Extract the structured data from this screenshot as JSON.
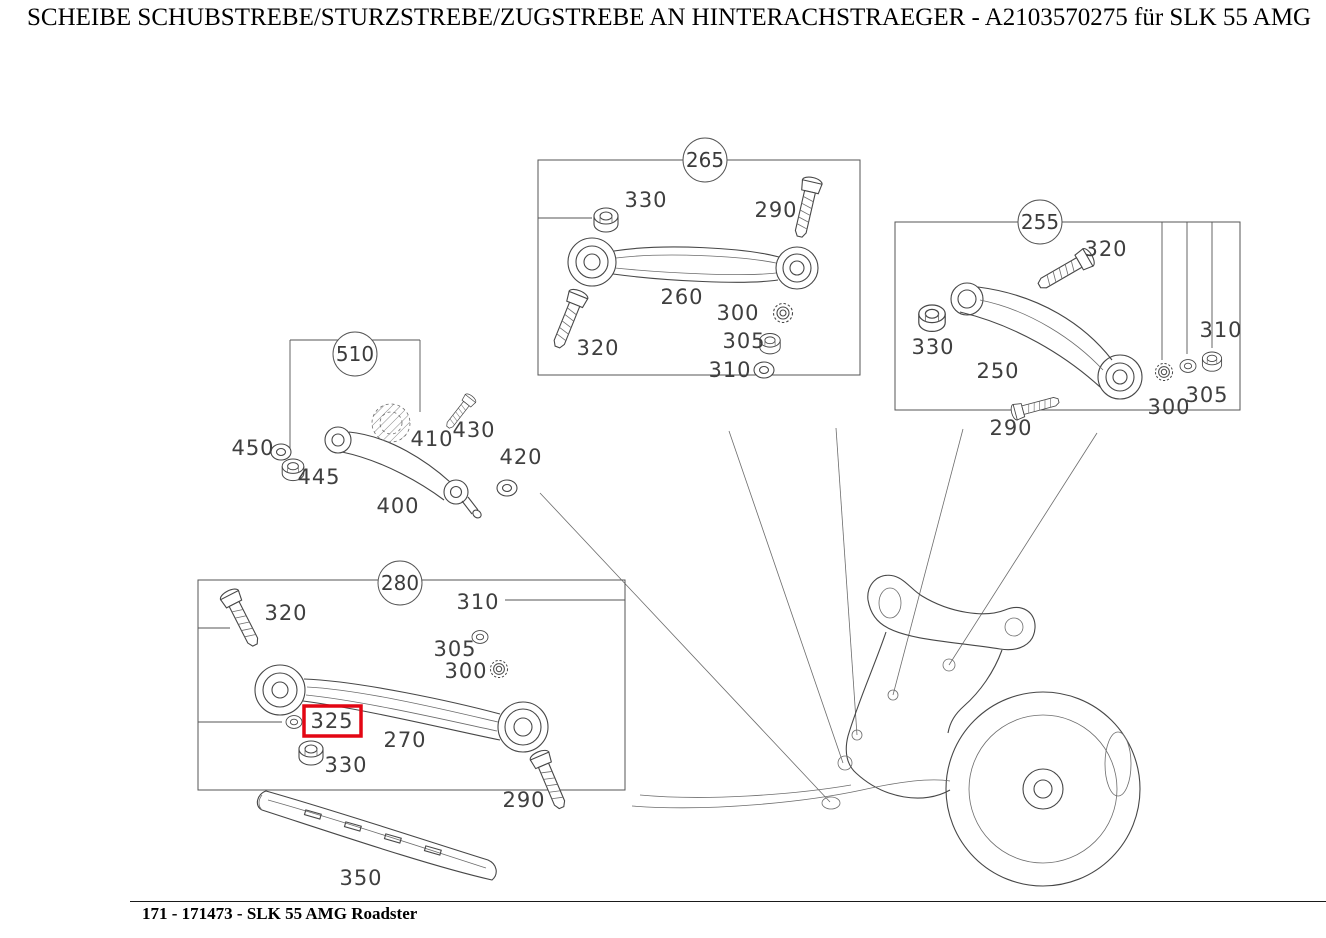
{
  "page": {
    "title": "SCHEIBE SCHUBSTREBE/STURZSTREBE/ZUGSTREBE AN HINTERACHSTRAEGER - A2103570275 für SLK 55 AMG",
    "footer": "171 - 171473 - SLK 55 AMG Roadster"
  },
  "diagram": {
    "highlight_color": "#e30613",
    "highlighted_part": "325",
    "g265": {
      "id": "265",
      "n330": "330",
      "n290": "290",
      "n260": "260",
      "n320": "320",
      "n300": "300",
      "n305": "305",
      "n310": "310"
    },
    "g255": {
      "id": "255",
      "n320": "320",
      "n330": "330",
      "n250": "250",
      "n310": "310",
      "n305": "305",
      "n300": "300",
      "n290": "290"
    },
    "g510": {
      "id": "510",
      "n450": "450",
      "n445": "445",
      "n410": "410",
      "n430": "430",
      "n420": "420",
      "n400": "400"
    },
    "g280": {
      "id": "280",
      "n320": "320",
      "n310": "310",
      "n305": "305",
      "n300": "300",
      "n325": "325",
      "n270": "270",
      "n330": "330",
      "n290": "290",
      "n350": "350"
    }
  }
}
